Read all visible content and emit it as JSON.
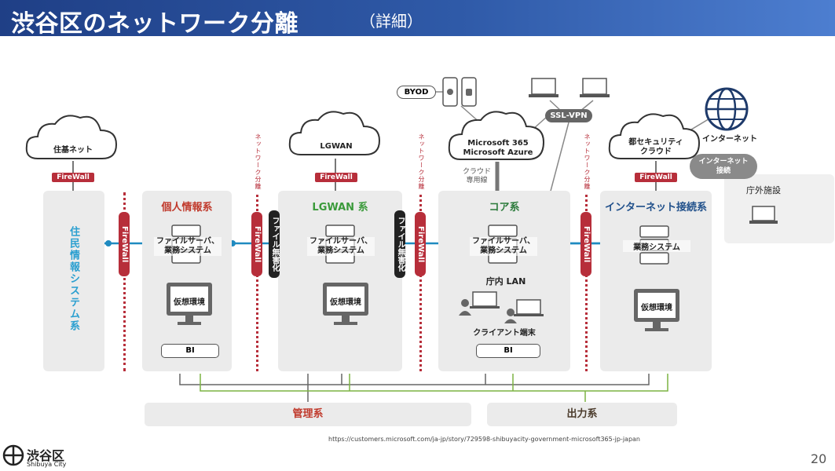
{
  "header": {
    "title": "渋谷区のネットワーク分離",
    "subtitle": "（詳細）"
  },
  "clouds": {
    "juki": "住基ネット",
    "lgwan": "LGWAN",
    "ms": [
      "Microsoft 365",
      "Microsoft Azure"
    ],
    "toseki": [
      "都セキュリティ",
      "クラウド"
    ]
  },
  "firewall_label": "FireWall",
  "separator_label": "ネットワーク分離",
  "mukaika_label": "ファイル無害化",
  "segments": {
    "juumin": "住民情報システム系",
    "kojin": "個人情報系",
    "lgwan": "LGWAN 系",
    "core": "コア系",
    "internet": "インターネット接続系"
  },
  "server_labels": {
    "file_server": [
      "ファイルサーバ、",
      "業務システム"
    ],
    "gyomu": "業務システム"
  },
  "vm_label": "仮想環境",
  "bi_label": "BI",
  "byod": "BYOD",
  "ssl_vpn": "SSL-VPN",
  "cloud_line": [
    "クラウド",
    "専用線"
  ],
  "internet_label": "インターネット",
  "internet_pill": [
    "インターネット",
    "接続"
  ],
  "offsite": "庁外施設",
  "lan": "庁内 LAN",
  "client": "クライアント端末",
  "bottom": {
    "kanri": "管理系",
    "shutsuryoku": "出力系"
  },
  "url": "https://customers.microsoft.com/ja-jp/story/729598-shibuyacity-government-microsoft365-jp-japan",
  "page_number": "20",
  "logo": {
    "name": "渋谷区",
    "romaji": "Shibuya City"
  },
  "colors": {
    "header": "#2f5aa8",
    "firewall": "#b72e3a",
    "link_blue": "#1f8ac0",
    "kanri": "#c0392b",
    "shutsuryoku": "#4a3a2a",
    "manage_line": "#666666",
    "output_line": "#7cb342"
  }
}
